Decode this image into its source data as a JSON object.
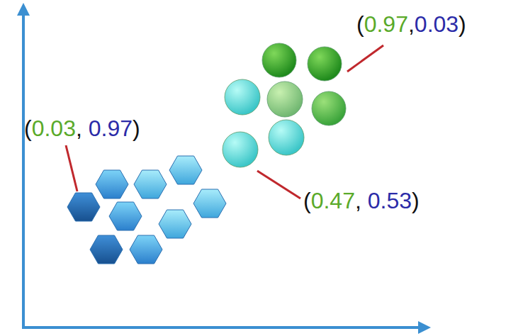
{
  "diagram": {
    "labels": [
      "(0.97,0.03)",
      "(0.03, 0.97)",
      "(0.47, 0.53)"
    ]
  }
}
